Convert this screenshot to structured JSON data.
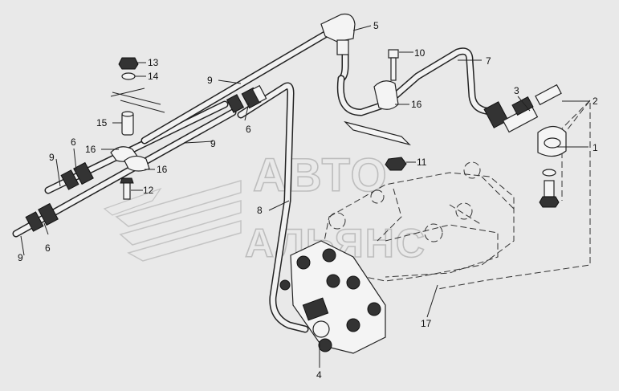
{
  "watermark": {
    "line1": "АВТО",
    "line2": "АЛЬЯНС"
  },
  "callouts": [
    {
      "key": "c1",
      "text": "1"
    },
    {
      "key": "c2",
      "text": "2"
    },
    {
      "key": "c3",
      "text": "3"
    },
    {
      "key": "c4",
      "text": "4"
    },
    {
      "key": "c5",
      "text": "5"
    },
    {
      "key": "c6a",
      "text": "6"
    },
    {
      "key": "c6b",
      "text": "6"
    },
    {
      "key": "c6c",
      "text": "6"
    },
    {
      "key": "c7",
      "text": "7"
    },
    {
      "key": "c8",
      "text": "8"
    },
    {
      "key": "c9a",
      "text": "9"
    },
    {
      "key": "c9b",
      "text": "9"
    },
    {
      "key": "c9c",
      "text": "9"
    },
    {
      "key": "c9d",
      "text": "9"
    },
    {
      "key": "c10",
      "text": "10"
    },
    {
      "key": "c11",
      "text": "11"
    },
    {
      "key": "c12",
      "text": "12"
    },
    {
      "key": "c13",
      "text": "13"
    },
    {
      "key": "c14",
      "text": "14"
    },
    {
      "key": "c15",
      "text": "15"
    },
    {
      "key": "c16a",
      "text": "16"
    },
    {
      "key": "c16b",
      "text": "16"
    },
    {
      "key": "c16c",
      "text": "16"
    },
    {
      "key": "c17",
      "text": "17"
    }
  ]
}
